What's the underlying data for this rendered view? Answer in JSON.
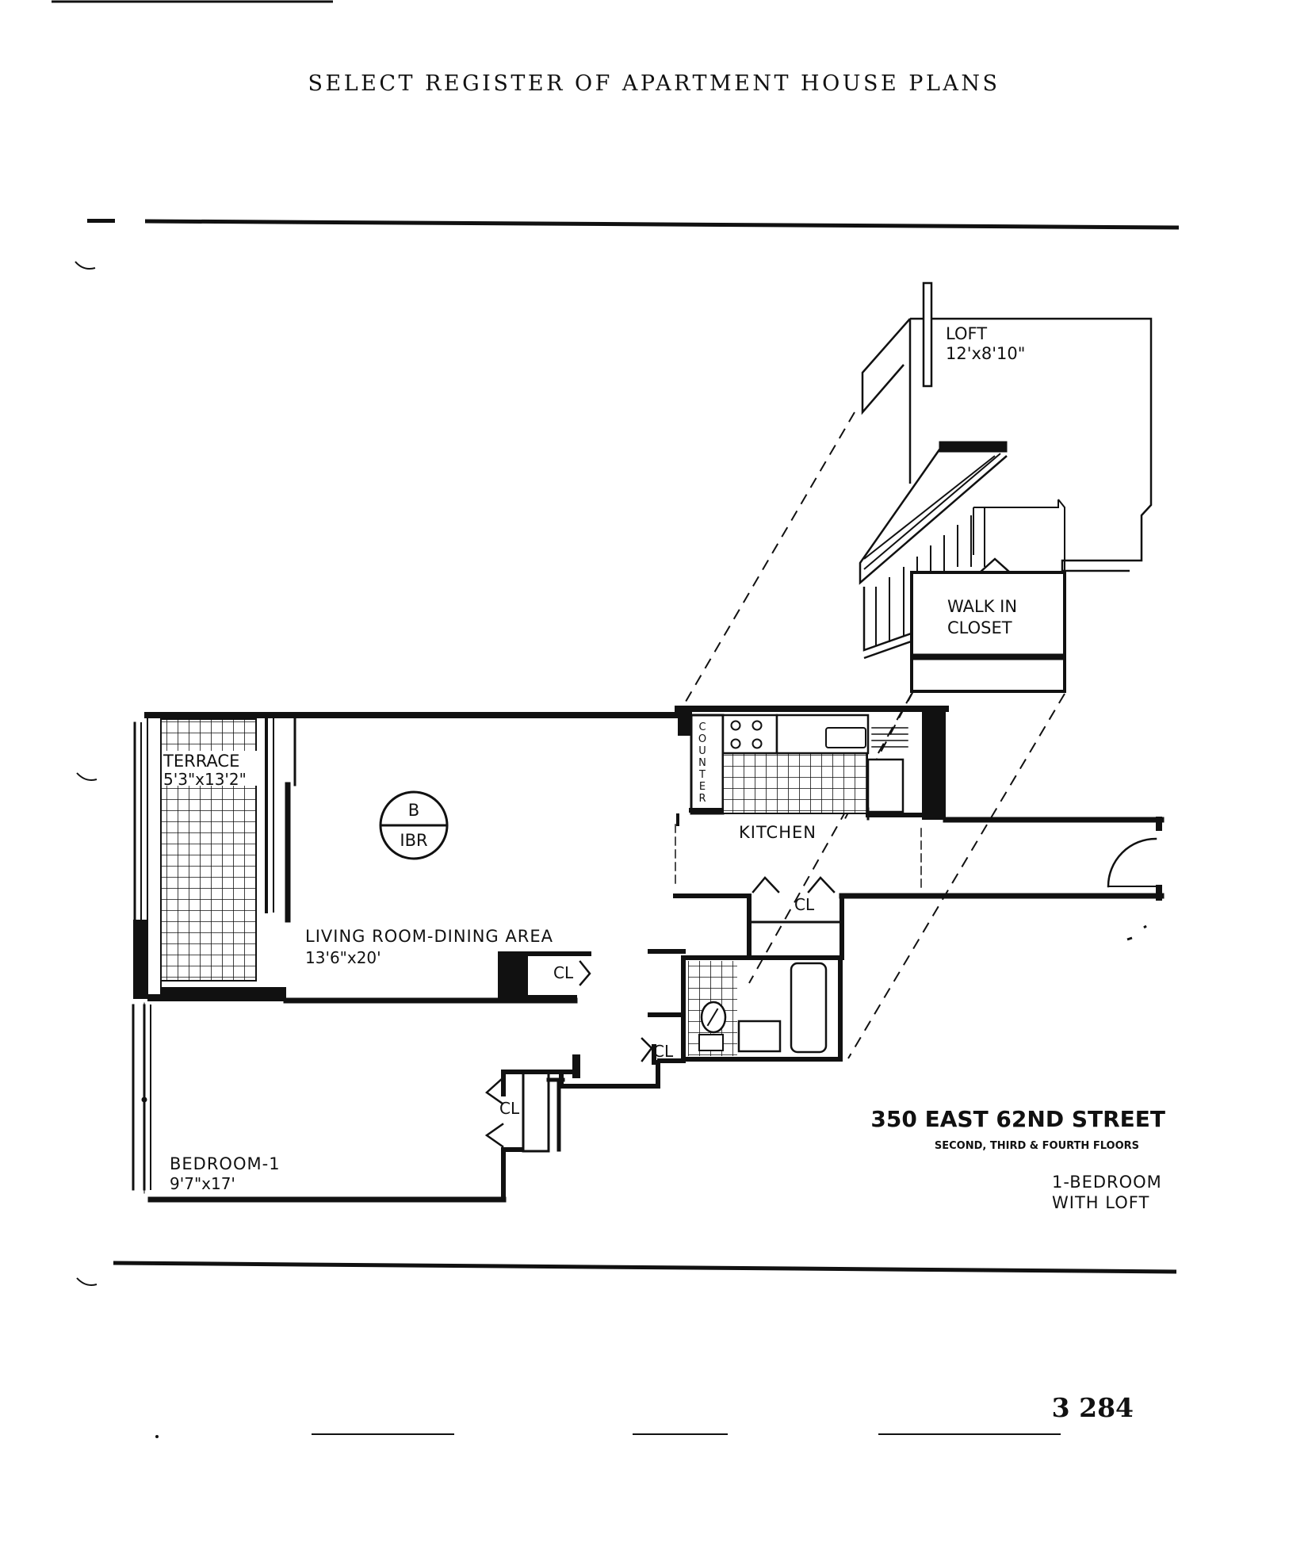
{
  "document": {
    "header": "SELECT REGISTER OF APARTMENT HOUSE PLANS",
    "page_number": "3 284"
  },
  "floorplan": {
    "loft": {
      "name": "LOFT",
      "size": "12'x8'10\""
    },
    "walk_in_closet": {
      "line1": "WALK IN",
      "line2": "CLOSET"
    },
    "counter": [
      "C",
      "O",
      "U",
      "N",
      "T",
      "E",
      "R"
    ],
    "kitchen": {
      "name": "KITCHEN"
    },
    "terrace": {
      "name": "TERRACE",
      "size": "5'3\"x13'2\""
    },
    "unit_symbol": {
      "top": "B",
      "bottom": "IBR"
    },
    "living": {
      "name": "LIVING ROOM-DINING AREA",
      "size": "13'6\"x20'"
    },
    "bedroom": {
      "name": "BEDROOM-1",
      "size": "9'7\"x17'"
    },
    "closet_label": "CL"
  },
  "building": {
    "address": "350 EAST 62ND STREET",
    "floors": "SECOND, THIRD & FOURTH FLOORS",
    "type_line1": "1-BEDROOM",
    "type_line2": "WITH LOFT"
  },
  "colors": {
    "ink": "#111111",
    "paper": "#ffffff"
  }
}
